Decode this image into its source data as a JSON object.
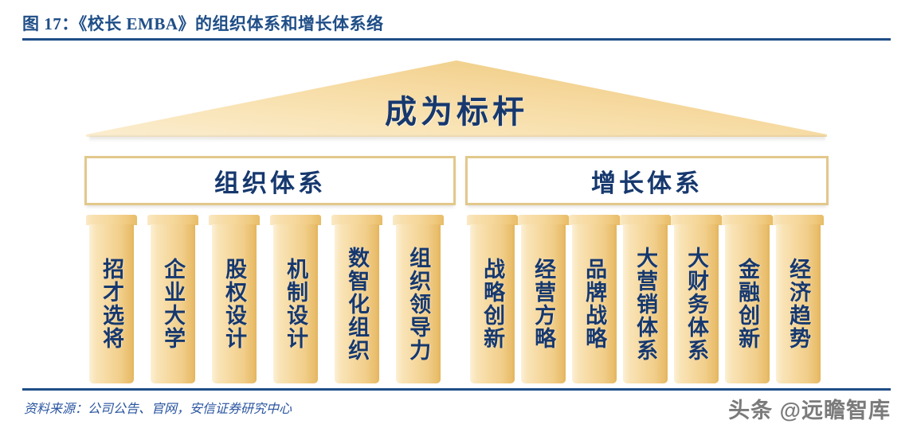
{
  "header": {
    "title": "图 17：《校长 EMBA》的组织体系和增长体系络",
    "accent_color": "#1F4E87"
  },
  "diagram": {
    "pediment": {
      "label": "成为标杆",
      "fill_start": "#FFF5DF",
      "fill_end": "#EFC265"
    },
    "architraves": [
      {
        "label": "组织体系"
      },
      {
        "label": "增长体系"
      }
    ],
    "columns": [
      {
        "label": "招才选将",
        "group": "组织体系"
      },
      {
        "label": "企业大学",
        "group": "组织体系"
      },
      {
        "label": "股权设计",
        "group": "组织体系"
      },
      {
        "label": "机制设计",
        "group": "组织体系"
      },
      {
        "label": "数智化组织",
        "group": "组织体系"
      },
      {
        "label": "组织领导力",
        "group": "组织体系"
      },
      {
        "label": "战略创新",
        "group": "增长体系"
      },
      {
        "label": "经营方略",
        "group": "增长体系"
      },
      {
        "label": "品牌战略",
        "group": "增长体系"
      },
      {
        "label": "大营销体系",
        "group": "增长体系"
      },
      {
        "label": "大财务体系",
        "group": "增长体系"
      },
      {
        "label": "金融创新",
        "group": "增长体系"
      },
      {
        "label": "经济趋势",
        "group": "增长体系"
      }
    ],
    "column_fill": "#F3D596",
    "text_color": "#16386E"
  },
  "footer": {
    "source": "资料来源：公司公告、官网，安信证券研究中心",
    "watermark": "头条 @远瞻智库"
  }
}
